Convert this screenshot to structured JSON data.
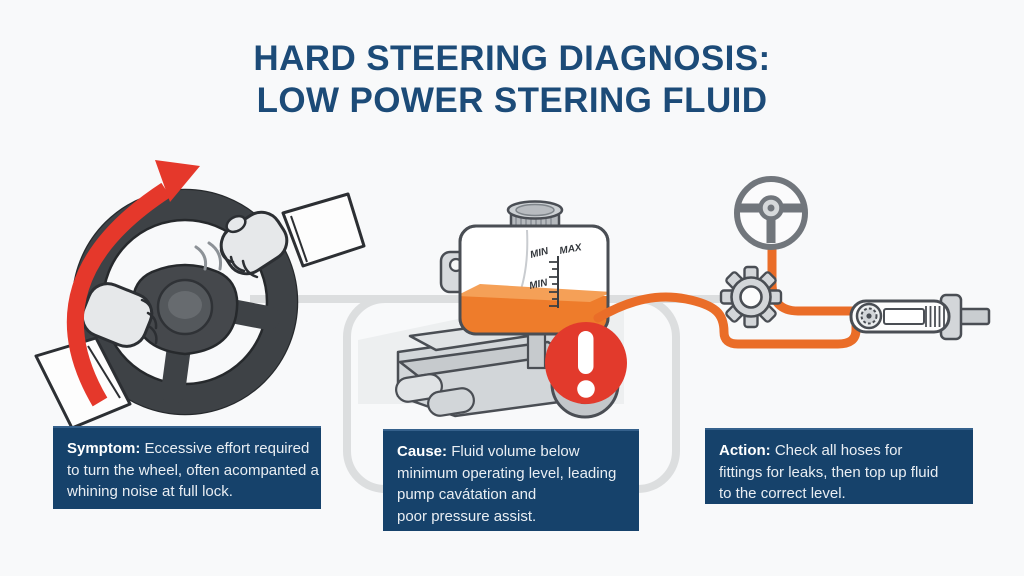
{
  "title": {
    "line1": "HARD STEERING DIAGNOSIS:",
    "line2": "LOW POWER STERING FLUID"
  },
  "reservoir": {
    "top_min_label": "MIN",
    "top_max_label": "MAX",
    "level_min_label": "MIN"
  },
  "boxes": [
    {
      "id": "symptom",
      "label": "Symptom:",
      "line1": "Eccessive effort required",
      "line2": "to turn the wheel, often acompanted a",
      "line3": "whining noise at full lock."
    },
    {
      "id": "cause",
      "label": "Cause:",
      "line1": "Fluid volume below",
      "line2": "minimum operating level, leading",
      "line3": "pump cavátation and",
      "line4": "poor pressure assist."
    },
    {
      "id": "action",
      "label": "Action:",
      "line1": "Check all hoses for",
      "line2": "fittings for leaks, then top up fluid",
      "line3": "to the correct level."
    }
  ],
  "icons": {
    "left_illustration": "steering-wheel-with-hands-and-red-arrow",
    "middle_illustration": "power-steering-pump-and-low-fluid-reservoir",
    "warning": "alert-exclamation",
    "right_illustration": "steering-column-gear-hose-and-rack"
  },
  "colors": {
    "background": "#f8f9fa",
    "title_navy": "#1c4b78",
    "box_navy": "#16426b",
    "hose_orange": "#ea6d28",
    "fluid_orange": "#ee7c2b",
    "alert_red": "#e23a2c",
    "pipe_gray": "#dcdedf"
  }
}
